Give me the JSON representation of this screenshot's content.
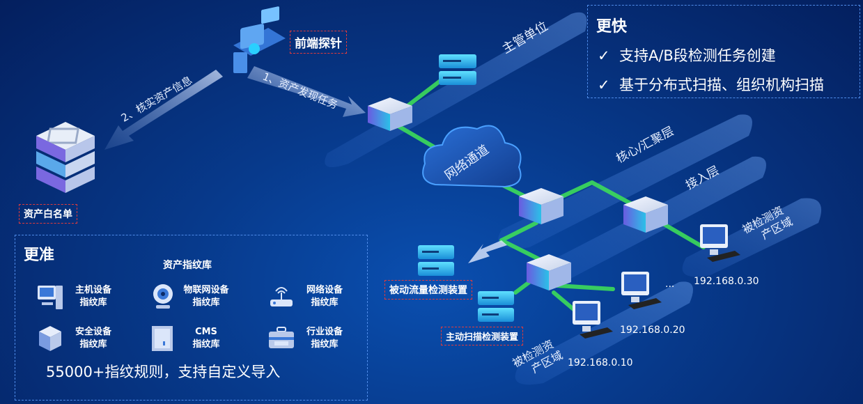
{
  "probe": {
    "label": "前端探针"
  },
  "task1": "1、资产发现任务",
  "task2": "2、核实资产信息",
  "whitelist": {
    "label": "资产白名单"
  },
  "layers": {
    "top": "主管单位",
    "core": "核心/汇聚层",
    "access": "接入层"
  },
  "cloud": {
    "label": "网络通道"
  },
  "zones": {
    "right": [
      "被检测资",
      "产区域"
    ],
    "bottom": [
      "被检测资",
      "产区域"
    ]
  },
  "devices": {
    "passive": "被动流量检测装置",
    "active": "主动扫描检测装置"
  },
  "ips": [
    "192.168.0.30",
    "192.168.0.20",
    "192.168.0.10"
  ],
  "ellipsis": "...",
  "faster": {
    "title": "更快",
    "items": [
      "支持A/B段检测任务创建",
      "基于分布式扫描、组织机构扫描"
    ]
  },
  "accurate": {
    "title": "更准",
    "library_title": "资产指纹库",
    "items": [
      {
        "line1": "主机设备",
        "line2": "指纹库",
        "icon": "host-icon"
      },
      {
        "line1": "物联网设备",
        "line2": "指纹库",
        "icon": "camera-icon"
      },
      {
        "line1": "网络设备",
        "line2": "指纹库",
        "icon": "router-icon"
      },
      {
        "line1": "安全设备",
        "line2": "指纹库",
        "icon": "security-box-icon"
      },
      {
        "line1": "CMS",
        "line2": "指纹库",
        "icon": "cms-icon"
      },
      {
        "line1": "行业设备",
        "line2": "指纹库",
        "icon": "toolbox-icon"
      }
    ],
    "footer": "55000+指纹规则，支持自定义导入"
  },
  "colors": {
    "link": "#3ddc5a",
    "accent_red": "#e23b3b",
    "panel_border": "#4f8be8"
  }
}
